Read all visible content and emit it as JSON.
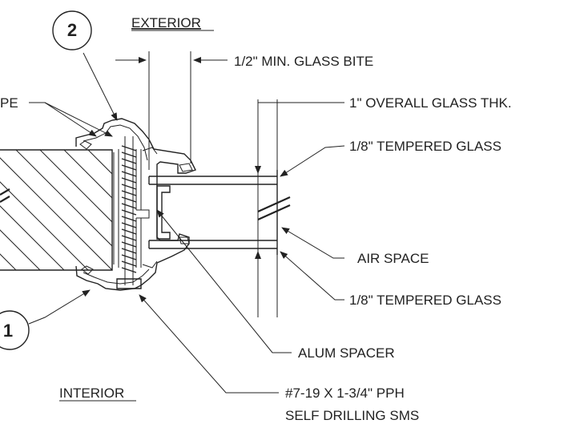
{
  "labels": {
    "exterior": "EXTERIOR",
    "interior": "INTERIOR",
    "glass_bite": "1/2\" MIN. GLASS BITE",
    "overall_thk": "1\" OVERALL GLASS THK.",
    "tempered_top": "1/8\" TEMPERED GLASS",
    "air_space": "AIR SPACE",
    "tempered_bottom": "1/8\" TEMPERED GLASS",
    "alum_spacer": "ALUM SPACER",
    "screw_line1": "#7-19 X 1-3/4\" PPH",
    "screw_line2": "SELF DRILLING SMS",
    "tape_partial": "PE"
  },
  "callouts": {
    "top": "2",
    "bottom": "1"
  }
}
